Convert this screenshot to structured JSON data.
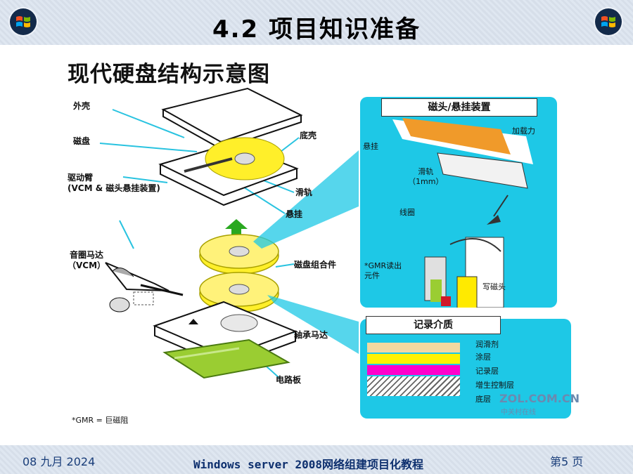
{
  "header": {
    "title": "4.2   项目知识准备"
  },
  "diagram": {
    "title": "现代硬盘结构示意图",
    "labels": {
      "shell": "外壳",
      "platter": "磁盘",
      "base": "底壳",
      "arm": "驱动臂\n(VCM & 磁头悬挂装置)",
      "slider": "滑轨",
      "suspension": "悬挂",
      "vcm": "音圈马达\n（VCM）",
      "platter_assembly": "磁盘组合件",
      "spindle": "轴承马达",
      "pcb": "电路板",
      "gmr_note": "*GMR = 巨磁阻"
    },
    "head_panel": {
      "title": "磁头/悬挂装置",
      "load": "加载力",
      "suspension": "悬挂",
      "slider": "滑轨\n（1mm）",
      "coil": "线圈",
      "gmr": "*GMR读出\n元件",
      "write_head": "写磁头"
    },
    "media_panel": {
      "title": "记录介质",
      "layers": [
        "润滑剂",
        "涂层",
        "记录层",
        "增生控制层",
        "底层"
      ]
    },
    "watermark": {
      "main": "ZOL.COM.CN",
      "sub": "中关村在线"
    }
  },
  "footer": {
    "date": "08 九月 2024",
    "course": "Windows server 2008网络组建项目化教程",
    "page": "第5 页"
  }
}
